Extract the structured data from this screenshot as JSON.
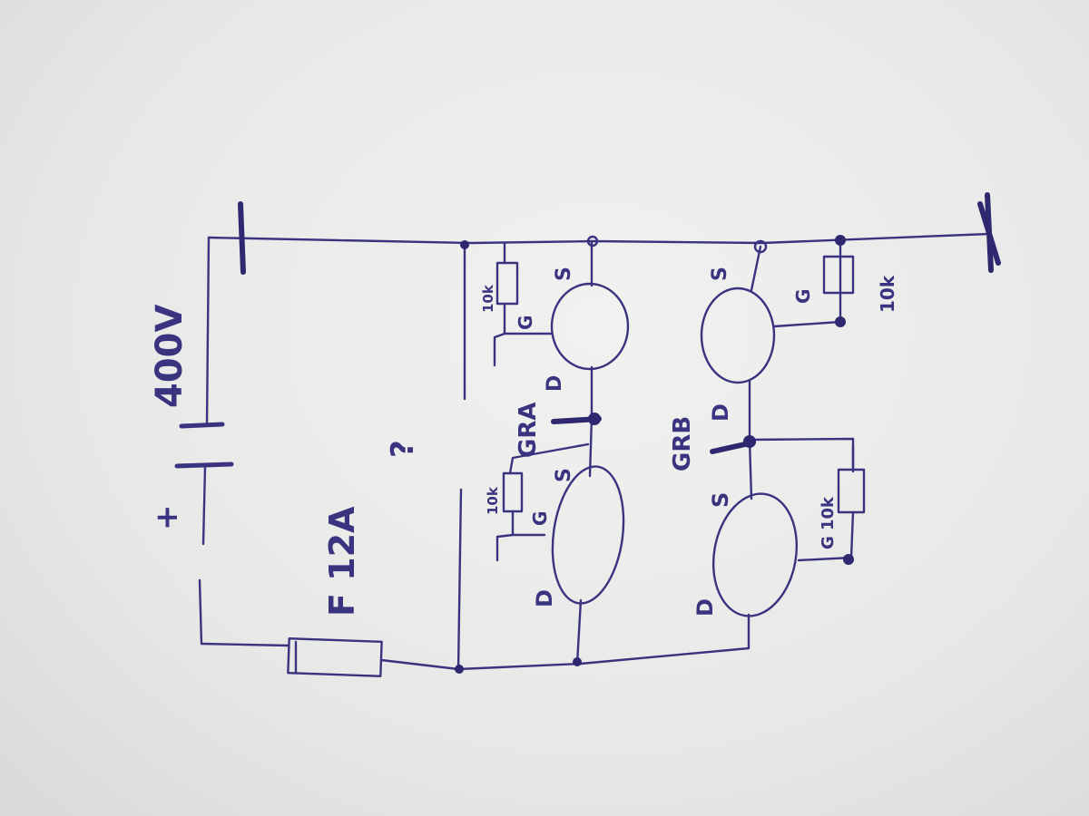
{
  "diagram": {
    "title": "Hand-drawn circuit sketch",
    "ink_color": "#3a3380",
    "supply": {
      "voltage_label": "400V",
      "polarity_label": "+"
    },
    "fuse": {
      "label": "F 12A"
    },
    "question_mark": "?",
    "pair_a": {
      "label": "GRA",
      "upper": {
        "gate": "G",
        "source": "S",
        "drain": "D",
        "resistor": "10k"
      },
      "lower": {
        "gate": "G",
        "source": "S",
        "drain": "D",
        "resistor": "10k"
      }
    },
    "pair_b": {
      "label": "GRB",
      "upper": {
        "gate": "G",
        "source": "S",
        "drain": "D",
        "resistor": "10k"
      },
      "lower": {
        "gate": "G",
        "source": "S",
        "drain": "D",
        "resistor": "10k"
      }
    }
  }
}
